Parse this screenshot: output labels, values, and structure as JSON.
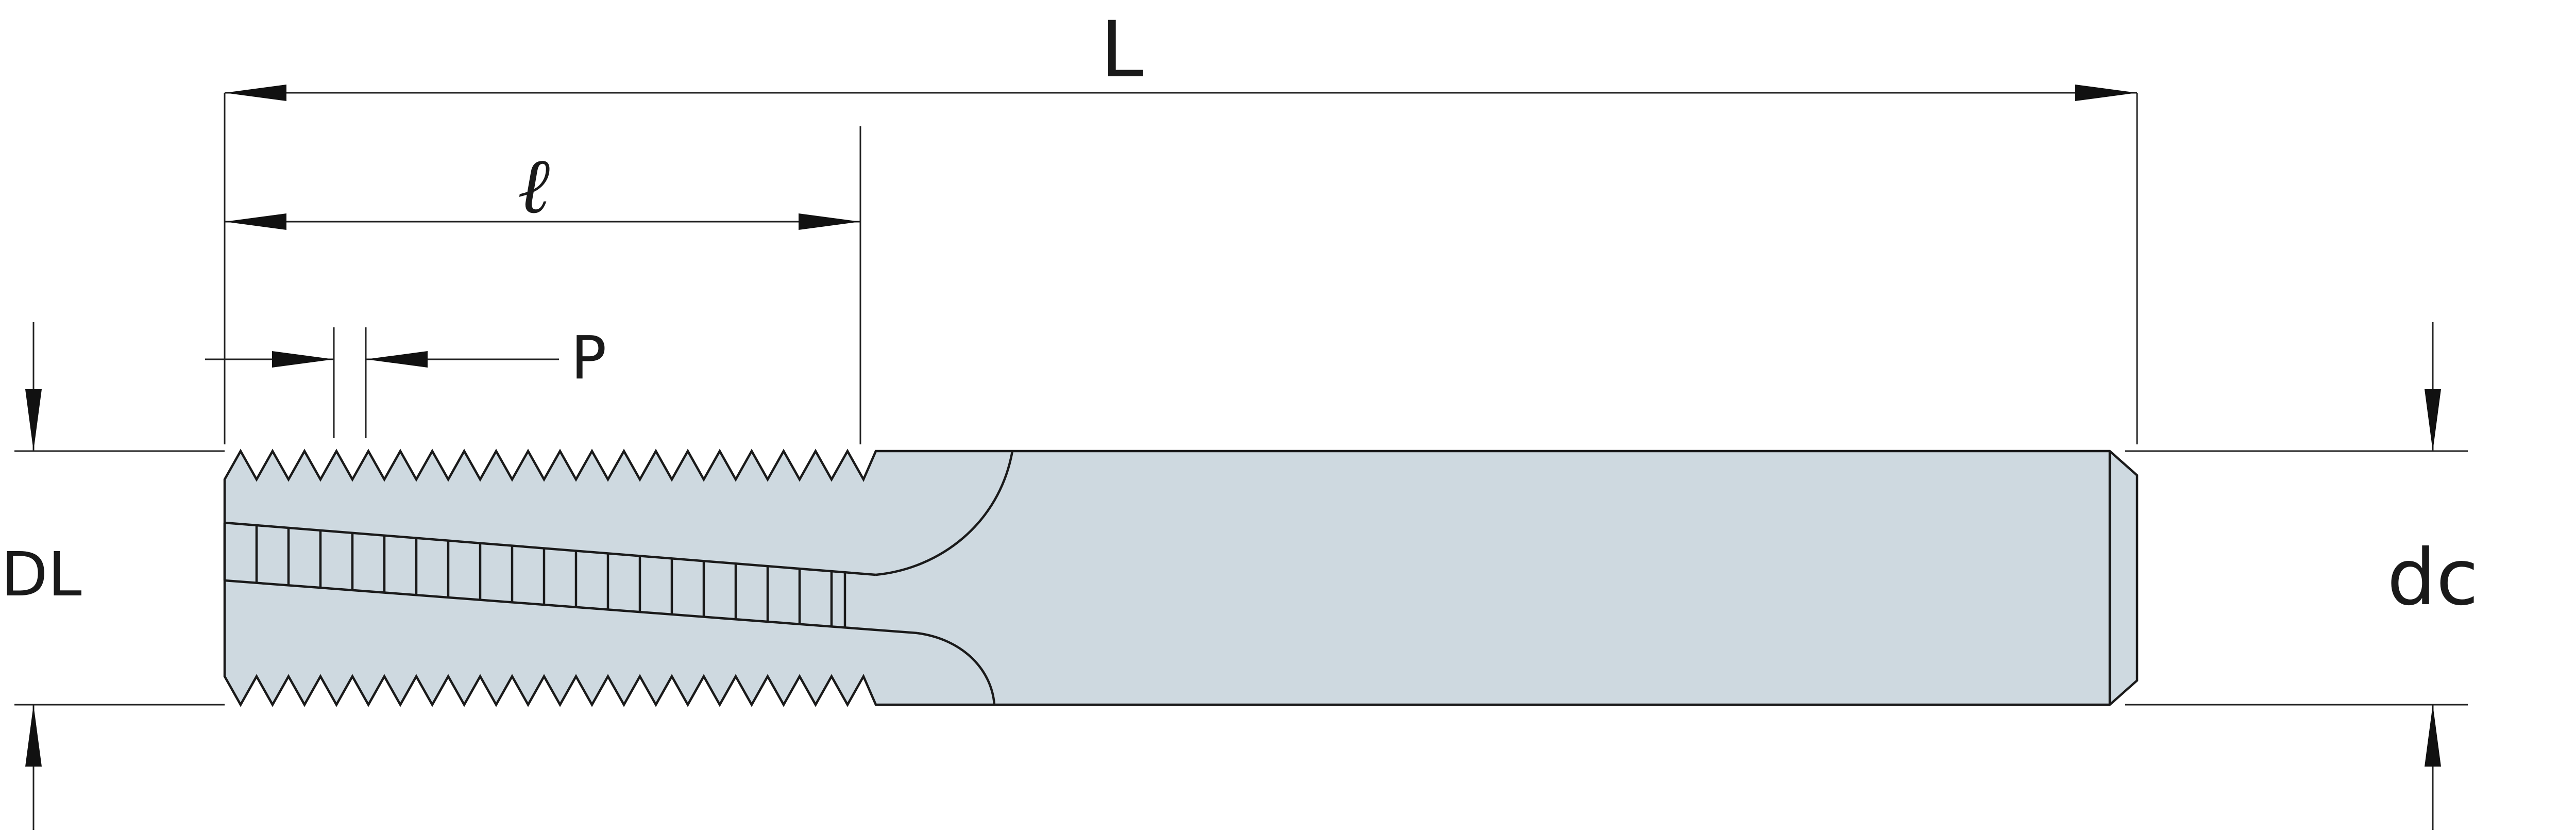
{
  "diagram": {
    "labels": {
      "overall_length": "L",
      "thread_length": "ℓ",
      "pitch": "P",
      "neck_diameter": "DL",
      "cutting_diameter": "dc"
    },
    "colors": {
      "tool_body": "#ced9e0",
      "outline": "#1a1a1a",
      "dimension_lines": "#222222",
      "background": "#ffffff"
    }
  }
}
